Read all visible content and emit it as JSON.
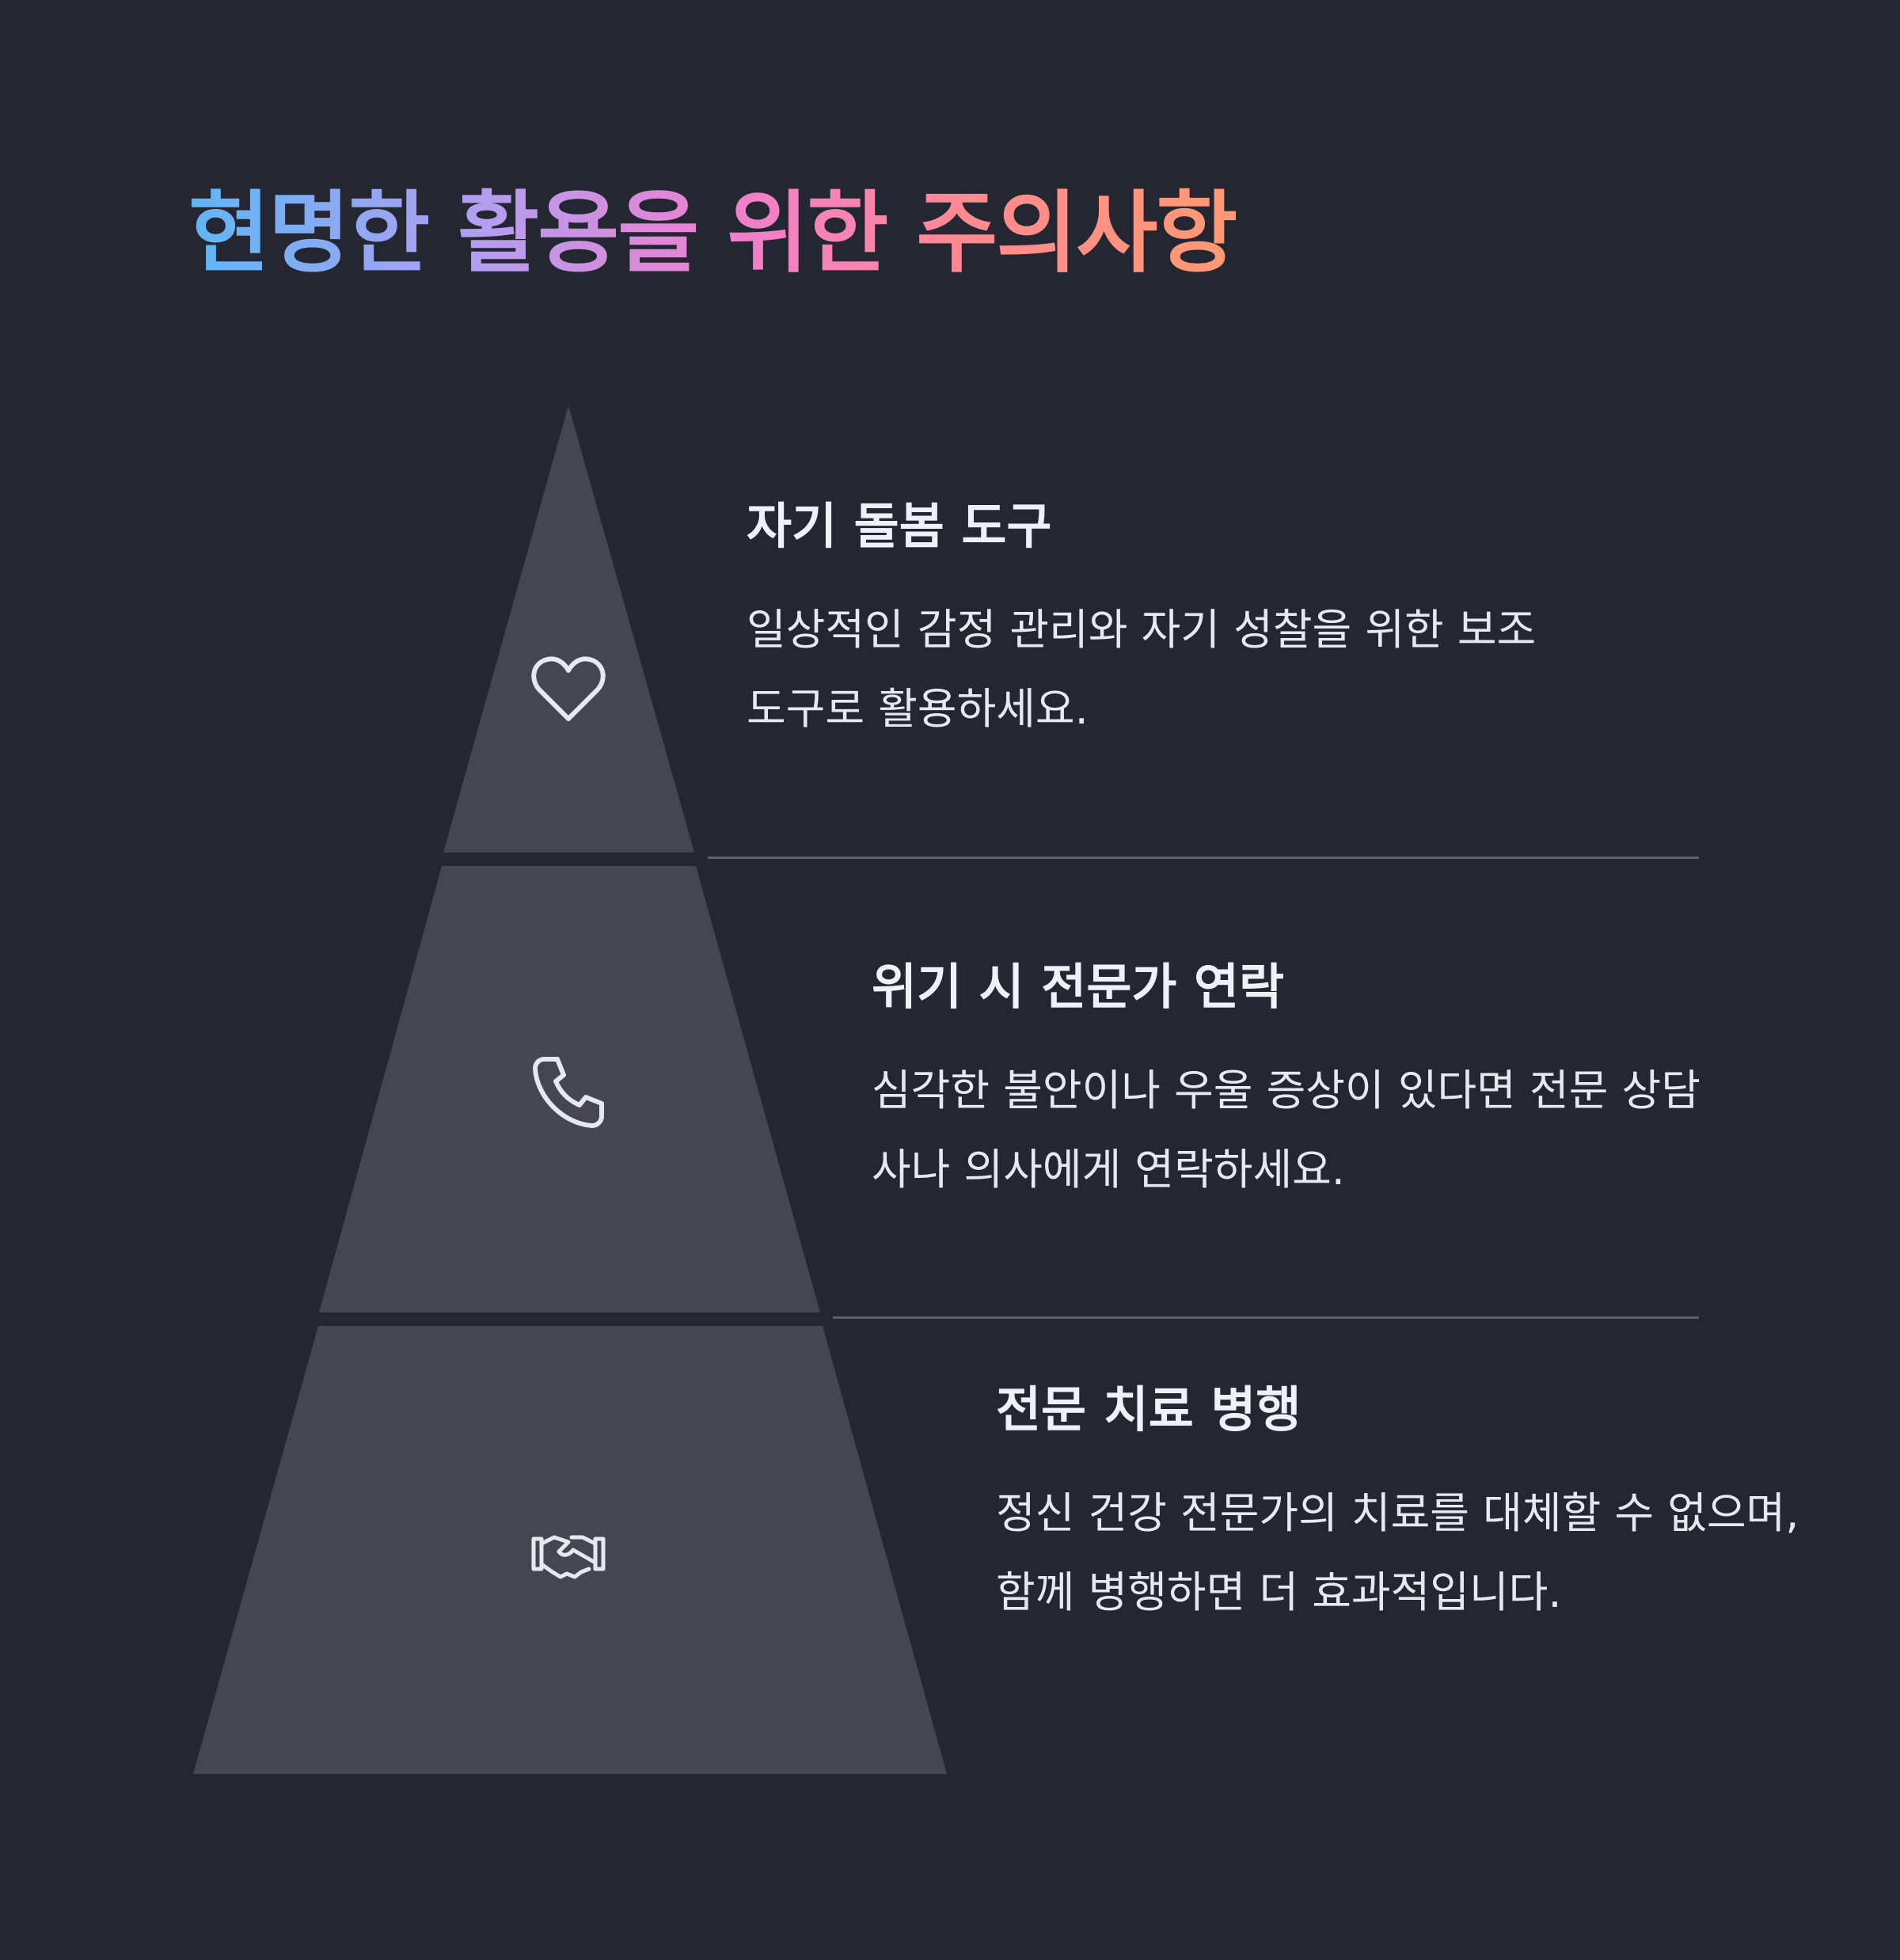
{
  "title": "현명한 활용을 위한 주의사항",
  "colors": {
    "background": "#242632",
    "tier_fill": "#454652",
    "divider": "#5c5f6c",
    "icon_stroke": "#e6e9ef",
    "title_gradient": [
      "#5fb6f5",
      "#b49ef0",
      "#f07fce",
      "#ff8a8f",
      "#ff9a72"
    ]
  },
  "tiers": [
    {
      "title": "자기 돌봄 도구",
      "description": "일상적인 감정 관리와 자기 성찰을 위한 보조 도구로 활용하세요.",
      "icon": "heart-icon"
    },
    {
      "title": "위기 시 전문가 연락",
      "description": "심각한 불안이나 우울 증상이 있다면 전문 상담사나 의사에게 연락하세요.",
      "icon": "phone-icon"
    },
    {
      "title": "전문 치료 병행",
      "description": "정신 건강 전문가의 치료를 대체할 수 없으며, 함께 병행하면 더 효과적입니다.",
      "icon": "handshake-icon"
    }
  ]
}
